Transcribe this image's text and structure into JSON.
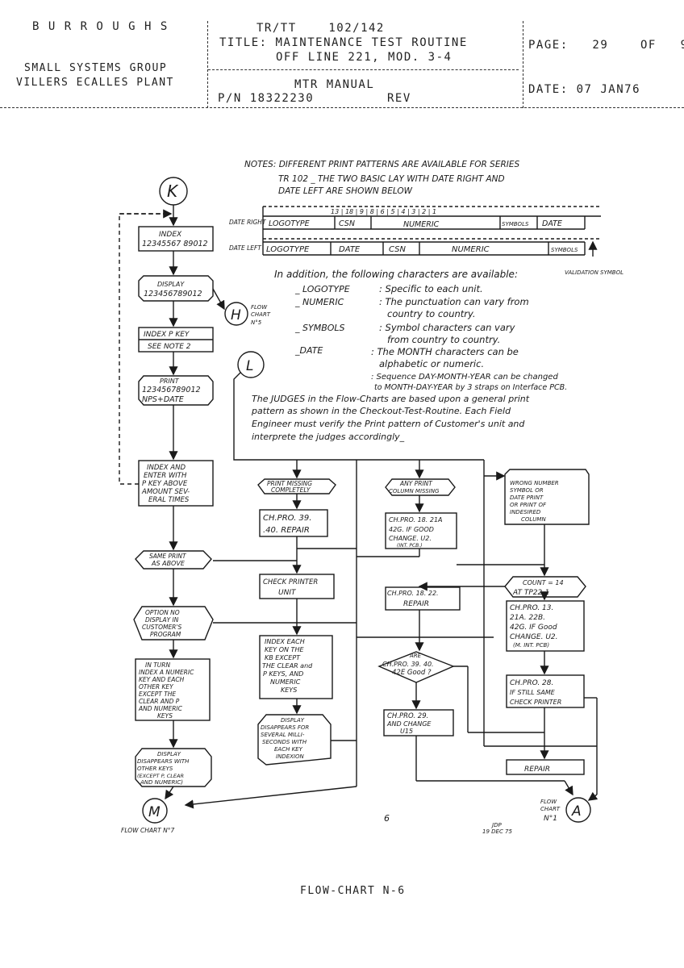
{
  "header": {
    "company": "B U R R O U G H S",
    "group": "SMALL SYSTEMS GROUP",
    "plant": "VILLERS ECALLES PLANT",
    "doc_code": "TR/TT    102/142",
    "title_line1": "TITLE: MAINTENANCE TEST ROUTINE",
    "title_line2": "OFF LINE 221, MOD. 3-4",
    "manual": "MTR MANUAL",
    "part_no": "P/N 18322230",
    "rev": "REV",
    "page": "PAGE:   29    OF   9",
    "date": "DATE: 07 JAN76"
  },
  "notes": {
    "line1": "NOTES: DIFFERENT PRINT PATTERNS ARE AVAILABLE FOR SERIES",
    "line2": "TR 102 _ THE TWO BASIC LAY WITH DATE RIGHT AND",
    "line3": "DATE LEFT ARE SHOWN BELOW",
    "date_right": "DATE RIGHT",
    "date_left": "DATE LEFT",
    "row1": {
      "logotype": "LOGOTYPE",
      "csn": "CSN",
      "numeric": "NUMERIC",
      "symbols": "SYMBOLS",
      "date": "DATE"
    },
    "row2": {
      "logotype": "LOGOTYPE",
      "date": "DATE",
      "csn": "CSN",
      "numeric": "NUMERIC",
      "symbols": "SYMBOLS"
    },
    "digits": "13 | 18 | 9 | 8 | 6 | 5 | 4 | 3 | 2 | 1",
    "validation": "VALIDATION SYMBOL",
    "intro": "In addition, the following characters are available:",
    "logotype_key": "_ LOGOTYPE",
    "logotype_val": ": Specific to each unit.",
    "numeric_key": "_ NUMERIC",
    "numeric_val1": ": The punctuation can vary from",
    "numeric_val2": "country to country.",
    "symbols_key": "_ SYMBOLS",
    "symbols_val1": ": Symbol characters can vary",
    "symbols_val2": "from country to country.",
    "date_key": "_DATE",
    "date_val1": ": The MONTH characters can be",
    "date_val2": "alphabetic or numeric.",
    "date_val3": ": Sequence DAY-MONTH-YEAR can be changed",
    "date_val4": "to MONTH-DAY-YEAR by 3 straps on Interface PCB.",
    "judges1": "The JUDGES in the Flow-Charts are based upon a general print",
    "judges2": "pattern as shown in the Checkout-Test-Routine. Each Field",
    "judges3": "Engineer must verify the Print pattern of Customer's unit and",
    "judges4": "interprete the judges accordingly_"
  },
  "flow": {
    "conn_k": "K",
    "conn_h": "H",
    "conn_h_label1": "FLOW",
    "conn_h_label2": "CHART",
    "conn_h_label3": "N°5",
    "conn_l": "L",
    "conn_m": "M",
    "conn_m_label": "FLOW CHART N°7",
    "conn_a": "A",
    "conn_a_label1": "FLOW",
    "conn_a_label2": "CHART",
    "conn_a_label3": "N°1",
    "index1": "INDEX",
    "index2": "12345567 89012",
    "display1": "DISPLAY",
    "display2": "123456789012",
    "indexp1": "INDEX P KEY",
    "indexp2": "SEE NOTE 2",
    "print1": "PRINT",
    "print2": "123456789012",
    "print3": "NPS+DATE",
    "enter1": "INDEX AND",
    "enter2": "ENTER WITH",
    "enter3": "P KEY ABOVE",
    "enter4": "AMOUNT SEV-",
    "enter5": "ERAL TIMES",
    "same1": "SAME PRINT",
    "same2": "AS ABOVE",
    "option1": "OPTION NO",
    "option2": "DISPLAY IN",
    "option3": "CUSTOMER'S",
    "option4": "PROGRAM",
    "turn1": "IN TURN",
    "turn2": "INDEX A NUMERIC",
    "turn3": "KEY AND EACH",
    "turn4": "OTHER KEY",
    "turn5": "EXCEPT THE",
    "turn6": "CLEAR AND P",
    "turn7": "AND NUMERIC",
    "turn8": "KEYS",
    "disp1": "DISPLAY",
    "disp2": "DISAPPEARS WITH",
    "disp3": "OTHER KEYS",
    "disp4": "(EXCEPT P, CLEAR",
    "disp5": "AND NUMERIC)",
    "miss1": "PRINT MISSING",
    "miss2": "COMPLETELY",
    "ch3940a": "CH.PRO. 39.",
    "ch3940b": ".40. REPAIR",
    "checkp1": "CHECK PRINTER",
    "checkp2": "UNIT",
    "idxeach1": "INDEX EACH",
    "idxeach2": "KEY ON THE",
    "idxeach3": "KB EXCEPT",
    "idxeach4": "THE CLEAR and",
    "idxeach5": "P KEYS, AND",
    "idxeach6": "NUMERIC",
    "idxeach7": "KEYS",
    "dispms1": "DISPLAY",
    "dispms2": "DISAPPEARS FOR",
    "dispms3": "SEVERAL MILLI-",
    "dispms4": "SECONDS WITH",
    "dispms5": "EACH KEY",
    "dispms6": "INDEXION",
    "anycol1": "ANY PRINT",
    "anycol2": "COLUMN MISSING",
    "ch18a": "CH.PRO. 18. 21A",
    "ch18b": "42G. IF GOOD",
    "ch18c": "CHANGE. U2.",
    "ch18d": "(INT. PCB.)",
    "ch1822a": "CH.PRO. 18. 22.",
    "ch1822b": "REPAIR",
    "are1": "ARE",
    "are2": "CH.PRO. 39. 40.",
    "are3": "42E Good ?",
    "ch29a": "CH.PRO. 29.",
    "ch29b": "AND CHANGE",
    "ch29c": "U15",
    "wrong1": "WRONG NUMBER",
    "wrong2": "SYMBOL OR",
    "wrong3": "DATE PRINT",
    "wrong4": "OR PRINT OF",
    "wrong5": "INDESIRED",
    "wrong6": "COLUMN",
    "count1": "COUNT = 14",
    "count2": "AT TP22-1",
    "ch13a": "CH.PRO. 13.",
    "ch13b": "21A. 22B.",
    "ch13c": "42G. IF Good",
    "ch13d": "CHANGE. U2.",
    "ch13e": "(M. INT. PCB)",
    "ch28a": "CH.PRO. 28.",
    "ch28b": "IF STILL SAME",
    "ch28c": "CHECK PRINTER",
    "repair": "REPAIR",
    "page_num": "6",
    "init1": "JDP",
    "init2": "19 DEC 75"
  },
  "footer": "FLOW-CHART N-6"
}
